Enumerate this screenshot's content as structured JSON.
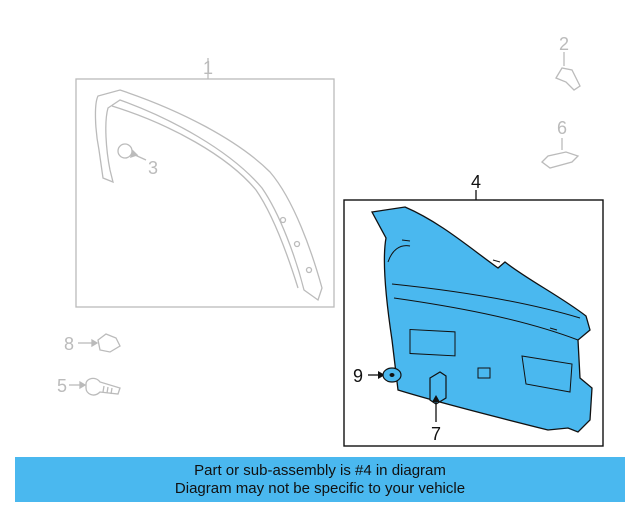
{
  "diagram": {
    "callouts": [
      {
        "id": "1",
        "label": "1"
      },
      {
        "id": "2",
        "label": "2"
      },
      {
        "id": "3",
        "label": "3"
      },
      {
        "id": "4",
        "label": "4"
      },
      {
        "id": "5",
        "label": "5"
      },
      {
        "id": "6",
        "label": "6"
      },
      {
        "id": "7",
        "label": "7"
      },
      {
        "id": "8",
        "label": "8"
      },
      {
        "id": "9",
        "label": "9"
      }
    ],
    "colors": {
      "highlight": "#4ab8ef",
      "faded": "#bbbbbb",
      "line": "#111111"
    }
  },
  "banner": {
    "line1": "Part or sub-assembly is #4 in diagram",
    "line2": "Diagram may not be specific to your vehicle"
  }
}
